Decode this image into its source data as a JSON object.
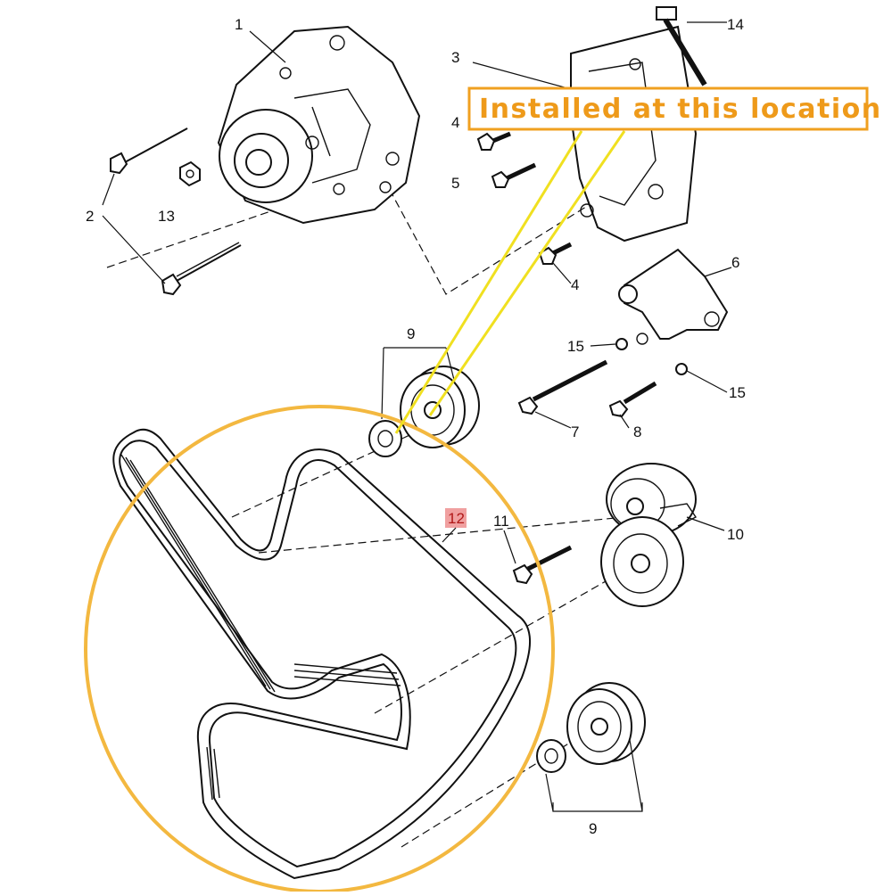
{
  "callout": {
    "text": "Installed at this location"
  },
  "highlight_label": "12",
  "labels": [
    {
      "id": "alternator",
      "text": "1"
    },
    {
      "id": "bolt-long-upper",
      "text": "2"
    },
    {
      "id": "bracket",
      "text": "3"
    },
    {
      "id": "bolt-small-upper",
      "text": "4"
    },
    {
      "id": "bolt-small-mid",
      "text": "5"
    },
    {
      "id": "bolt-small-lower",
      "text": "4"
    },
    {
      "id": "tensioner-bracket",
      "text": "6"
    },
    {
      "id": "idler-pulley-upper",
      "text": "9"
    },
    {
      "id": "bolt-7",
      "text": "7"
    },
    {
      "id": "bolt-8",
      "text": "8"
    },
    {
      "id": "washer-15-a",
      "text": "15"
    },
    {
      "id": "washer-15-b",
      "text": "15"
    },
    {
      "id": "tensioner",
      "text": "10"
    },
    {
      "id": "bolt-11",
      "text": "11"
    },
    {
      "id": "nut-13",
      "text": "13"
    },
    {
      "id": "bolt-14",
      "text": "14"
    },
    {
      "id": "idler-pulley-lower",
      "text": "9"
    }
  ]
}
